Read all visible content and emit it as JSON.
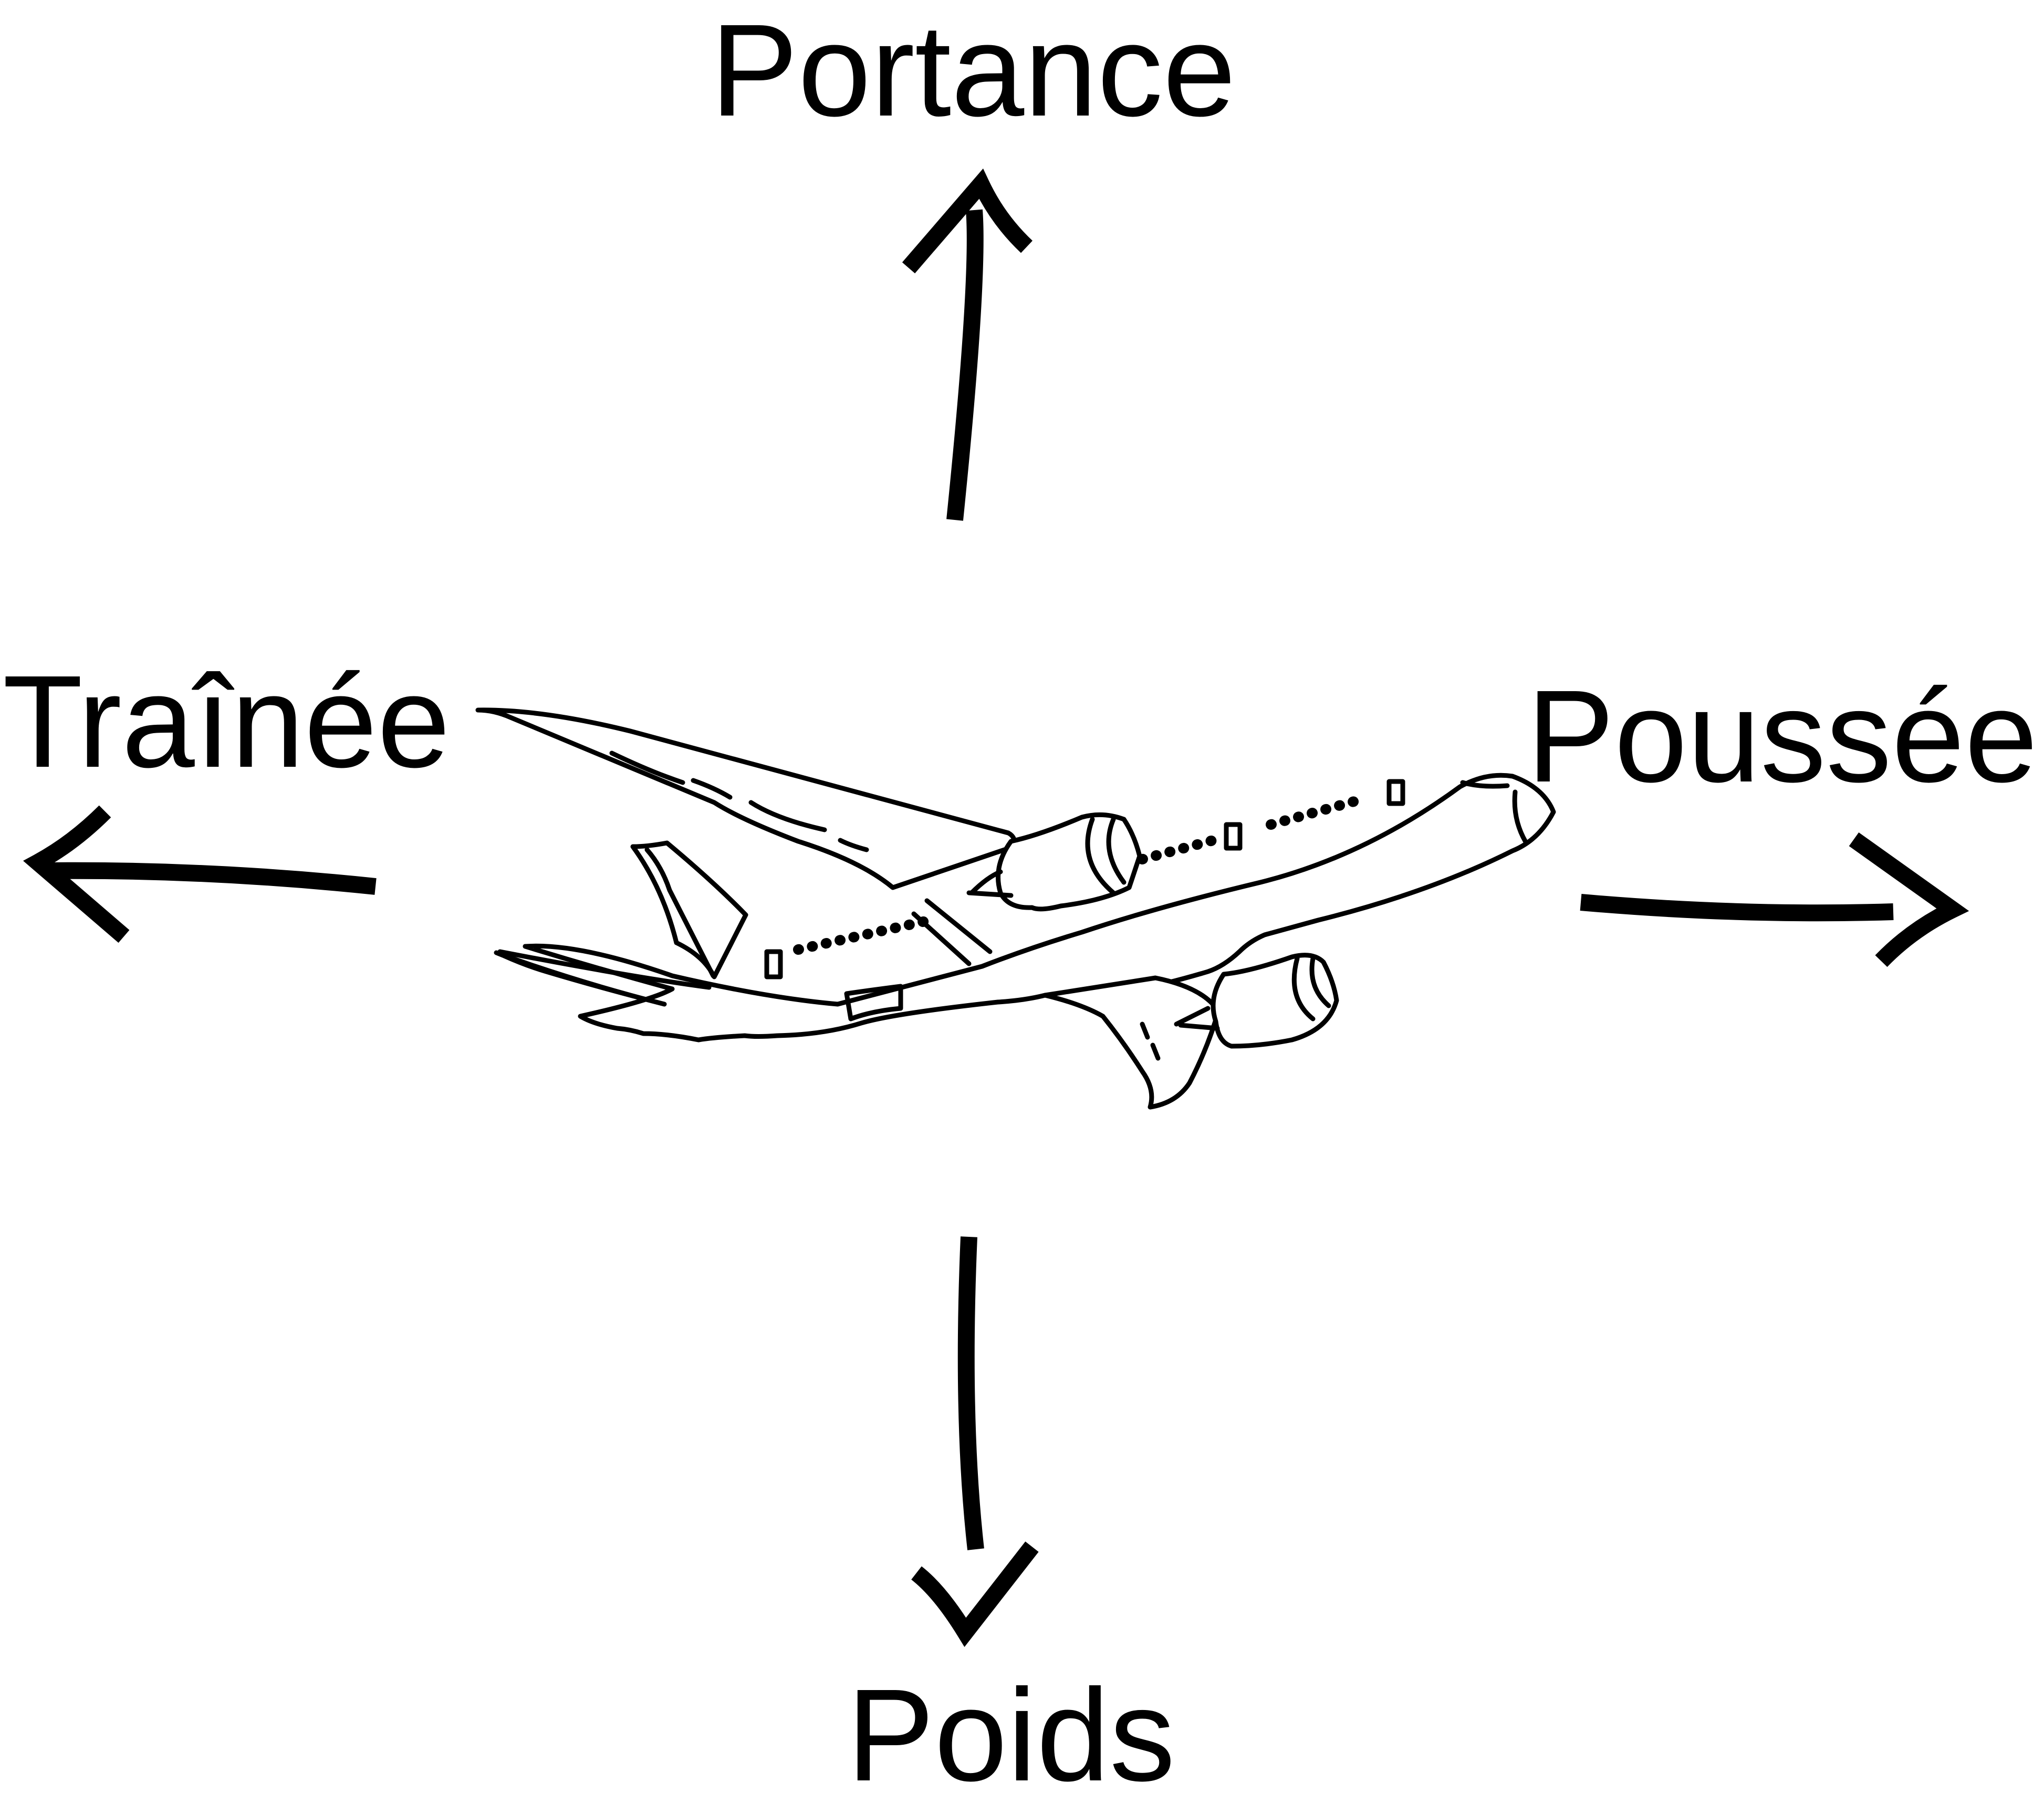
{
  "diagram": {
    "forces": {
      "lift": {
        "label": "Portance"
      },
      "drag": {
        "label": "Traînée"
      },
      "thrust": {
        "label": "Poussée"
      },
      "weight": {
        "label": "Poids"
      }
    },
    "airplane": {
      "icon": "airplane-icon"
    },
    "colors": {
      "ink": "#000000",
      "background": "#ffffff"
    }
  }
}
